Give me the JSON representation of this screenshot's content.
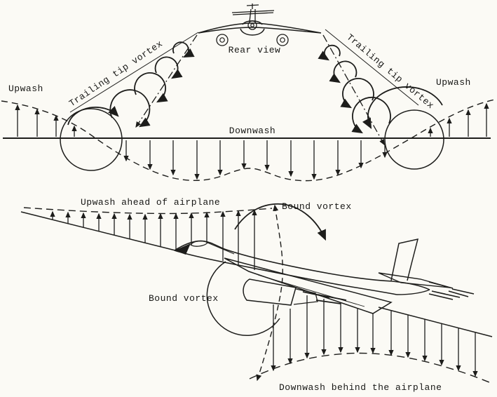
{
  "figure": {
    "paper_color": "#fbfaf5",
    "ink_color": "#1d1d1b"
  },
  "top_diagram": {
    "rear_view_label": "Rear view",
    "trailing_tip_vortex_left_label": "Trailing tip vortex",
    "trailing_tip_vortex_right_label": "Trailing tip vortex",
    "upwash_left_label": "Upwash",
    "upwash_right_label": "Upwash",
    "downwash_label": "Downwash"
  },
  "bottom_diagram": {
    "upwash_ahead_label": "Upwash ahead of airplane",
    "bound_vortex_top_label": "Bound vortex",
    "bound_vortex_side_label": "Bound vortex",
    "downwash_behind_label": "Downwash behind the airplane"
  }
}
